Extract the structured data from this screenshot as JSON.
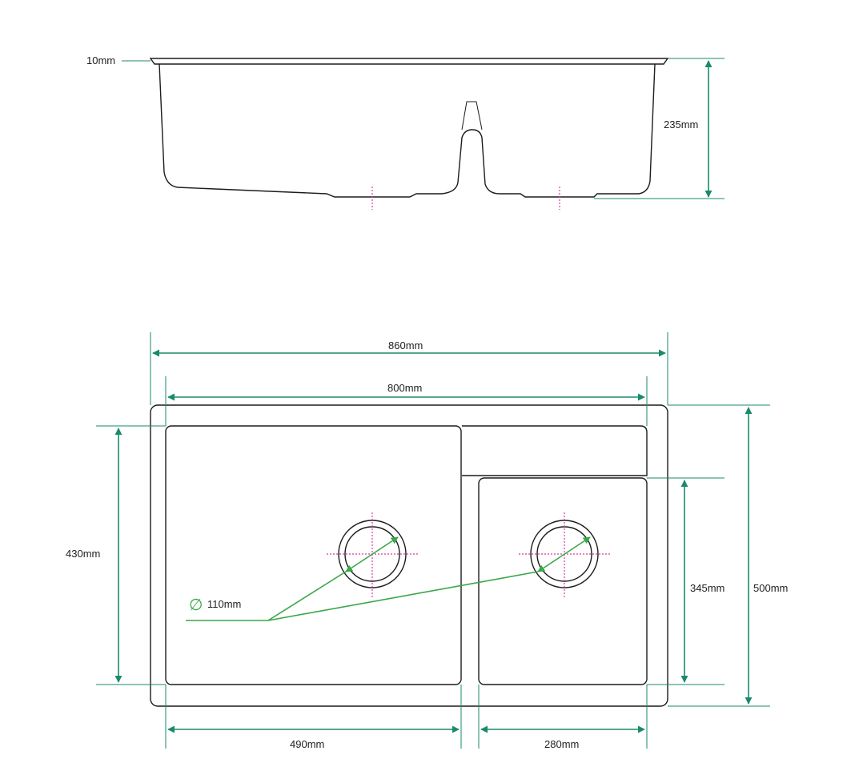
{
  "colors": {
    "outline": "#1c1c1c",
    "dimension": "#1a8a6c",
    "leader": "#3aa64a",
    "centerline": "#d83aa8",
    "background": "#ffffff"
  },
  "side_view": {
    "rim_thickness": "10mm",
    "depth": "235mm"
  },
  "top_view": {
    "overall_width": "860mm",
    "inner_width": "800mm",
    "left_bowl_height": "430mm",
    "drain_diameter": "110mm",
    "right_bowl_height": "345mm",
    "overall_depth": "500mm",
    "left_bowl_width": "490mm",
    "right_bowl_width": "280mm"
  },
  "symbols": {
    "diameter": "∅"
  }
}
